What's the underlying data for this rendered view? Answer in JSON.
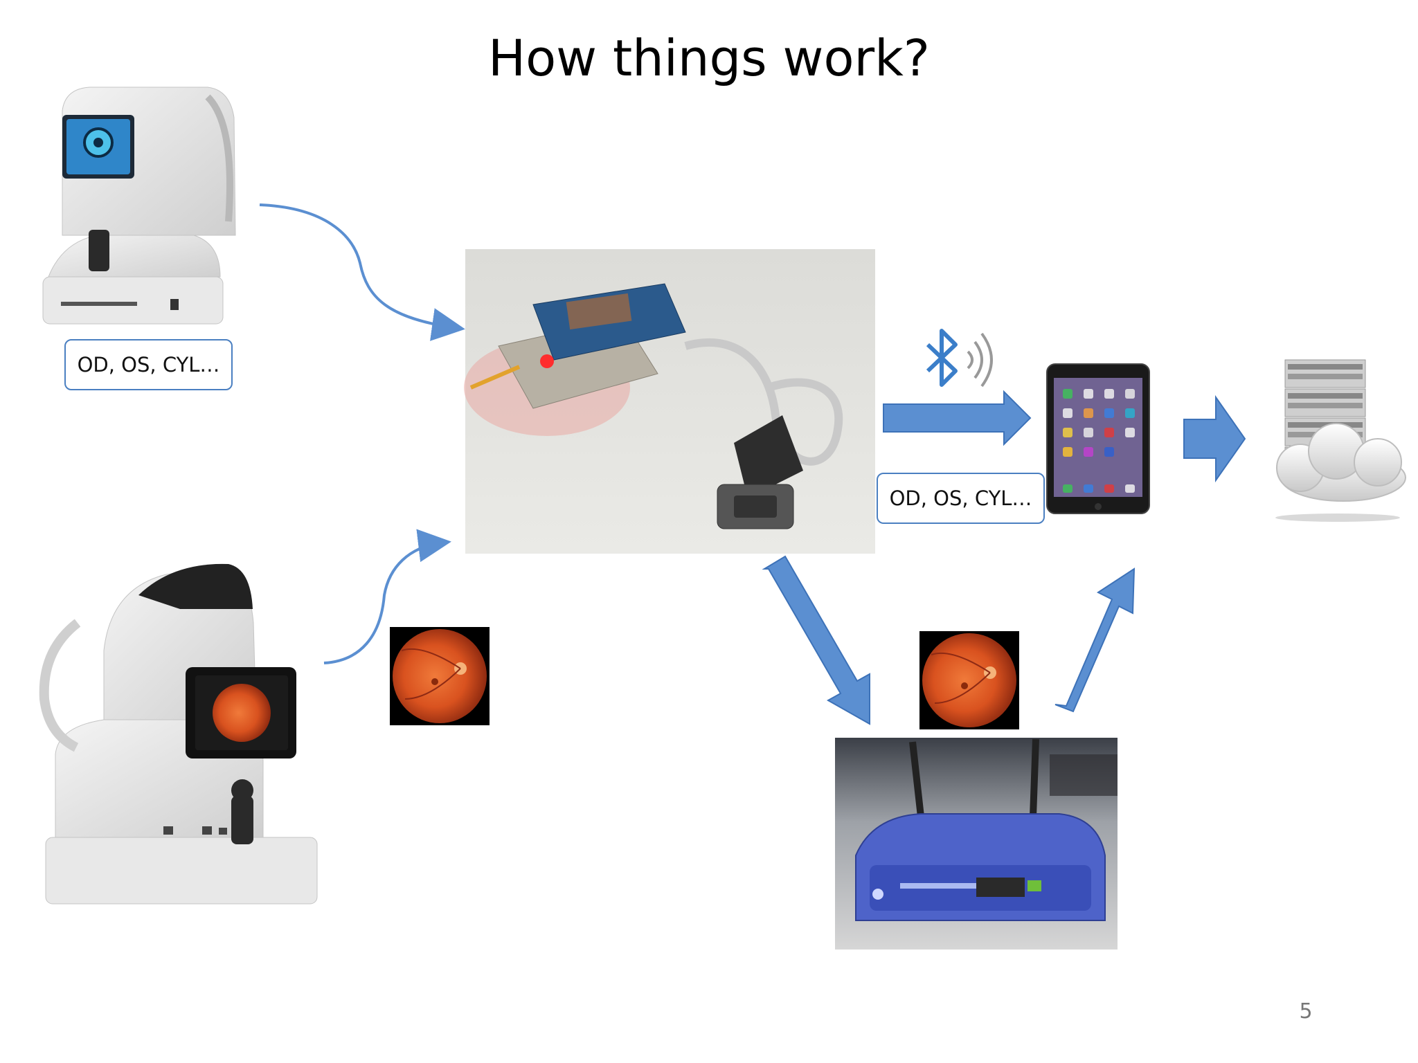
{
  "slide": {
    "title": "How things work?",
    "page_number": "5"
  },
  "labels": {
    "top_left_box": "OD, OS, CYL…",
    "right_box": "OD, OS, CYL…"
  },
  "colors": {
    "arrow_blue": "#5b8fd1",
    "box_border": "#4a7fc1",
    "bluetooth_blue": "#3b7ec9",
    "router_blue": "#4e63c9",
    "fundus_orange": "#e0582a"
  },
  "icons": [
    "autorefractor-device",
    "fundus-camera-device",
    "microcontroller-board",
    "fundus-image",
    "bluetooth-icon",
    "tablet",
    "server-cloud",
    "wifi-router"
  ]
}
